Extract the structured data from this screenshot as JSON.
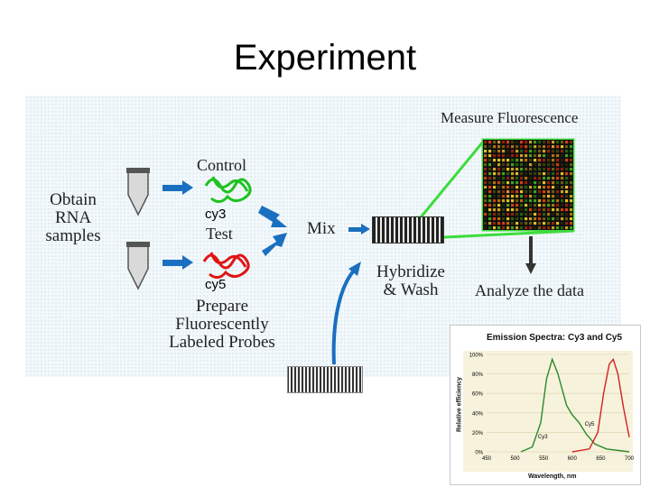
{
  "slide": {
    "title": "Experiment"
  },
  "diagram": {
    "obtain_label": "Obtain RNA samples",
    "control_label": "Control",
    "test_label": "Test",
    "cy3_label": "cy3",
    "cy5_label": "cy5",
    "prepare_label": "Prepare Fluorescently Labeled Probes",
    "mix_label": "Mix",
    "hybridize_label": "Hybridize & Wash",
    "measure_label": "Measure Fluorescence",
    "analyze_label": "Analyze the data",
    "colors": {
      "arrow": "#1a6fc0",
      "cy3": "#1fc21f",
      "cy5": "#e01515",
      "zoom": "#3ddc3d"
    }
  },
  "spectra": {
    "title": "Emission Spectra: Cy3 and Cy5",
    "ylabel": "Relative efficiency",
    "xlabel": "Wavelength, nm",
    "y_ticks": [
      "100%",
      "80%",
      "60%",
      "40%",
      "20%",
      "0%"
    ],
    "x_ticks": [
      "450",
      "500",
      "550",
      "600",
      "650",
      "700"
    ],
    "cy3_curve_label": "Cy3",
    "cy5_curve_label": "Cy5"
  }
}
